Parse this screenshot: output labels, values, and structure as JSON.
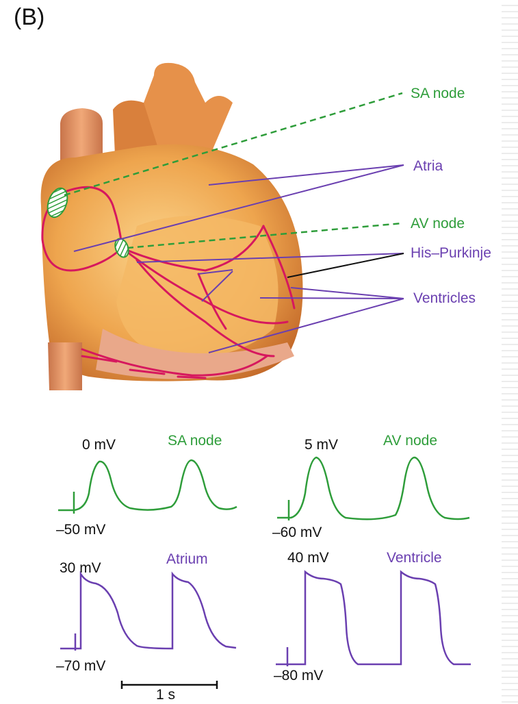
{
  "panel_label": "(B)",
  "heart_labels": {
    "sa_node": "SA node",
    "atria": "Atria",
    "av_node": "AV node",
    "his_purkinje": "His–Purkinje",
    "ventricles": "Ventricles"
  },
  "traces": {
    "sa": {
      "title": "SA node",
      "top": "0 mV",
      "bottom": "–50 mV"
    },
    "av": {
      "title": "AV node",
      "top": "5 mV",
      "bottom": "–60 mV"
    },
    "atrium": {
      "title": "Atrium",
      "top": "30 mV",
      "bottom": "–70 mV"
    },
    "ventricle": {
      "title": "Ventricle",
      "top": "40 mV",
      "bottom": "–80 mV"
    }
  },
  "scale_bar": "1 s",
  "colors": {
    "green": "#2e9d3a",
    "purple": "#6a3fb0",
    "pink": "#d6185e",
    "heart": "#e8a24a"
  }
}
